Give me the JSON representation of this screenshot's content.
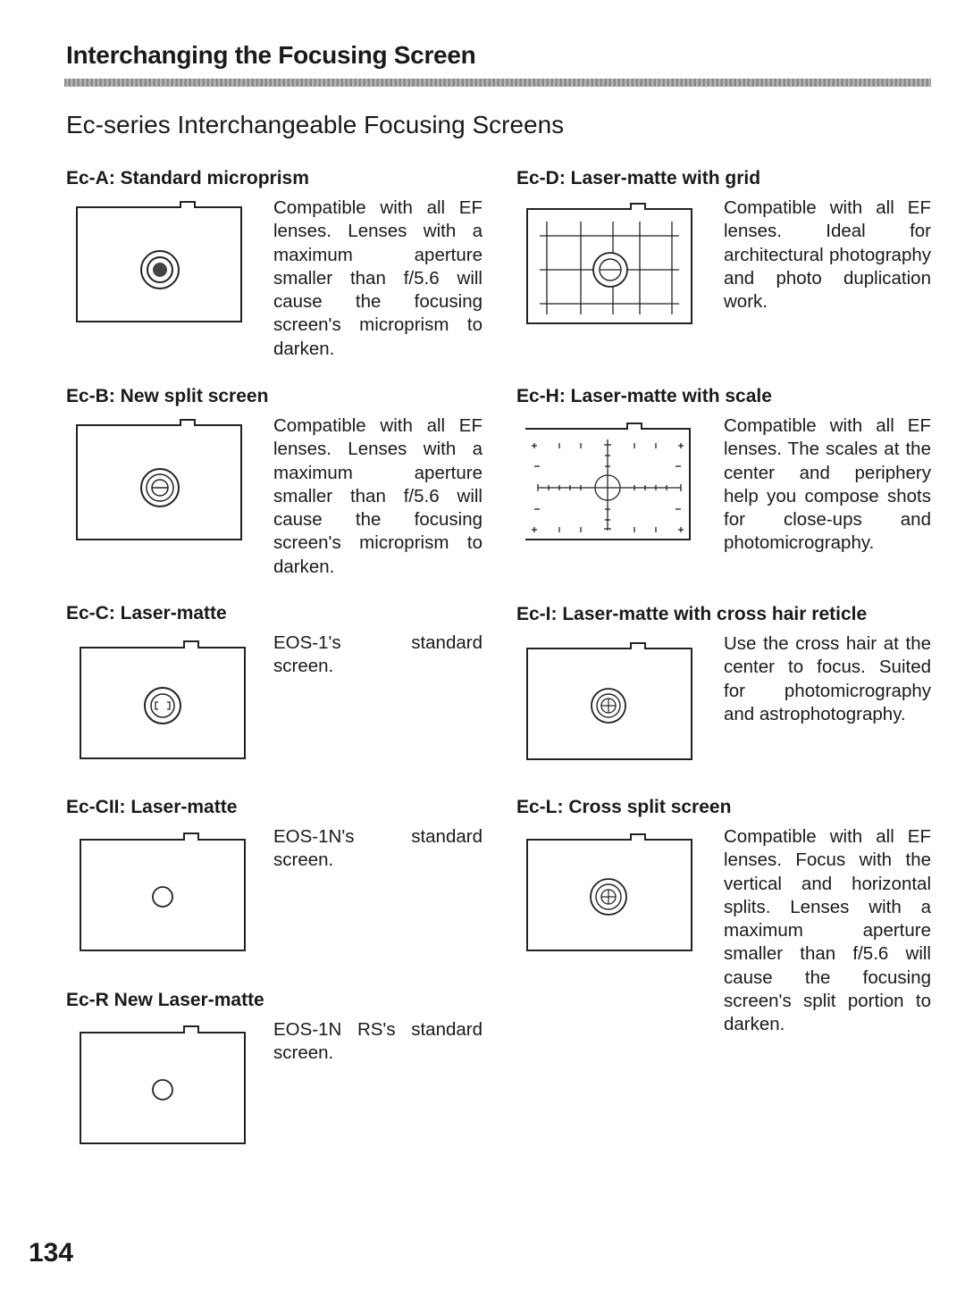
{
  "page": {
    "heading": "Interchanging the Focusing Screen",
    "subheading": "Ec-series Interchangeable Focusing Screens",
    "page_number": "134"
  },
  "screens": {
    "ec_a": {
      "title": "Ec-A: Standard microprism",
      "description": "Compatible with all EF lenses. Lenses with a maximum aperture smaller than f/5.6 will cause the focusing screen's microprism to darken.",
      "center_mark": "microprism-circle"
    },
    "ec_b": {
      "title": "Ec-B: New split screen",
      "description": "Compatible with all EF lenses. Lenses with a maximum aperture smaller than f/5.6 will cause the focusing screen's microprism to darken.",
      "center_mark": "split-circle"
    },
    "ec_c": {
      "title": "Ec-C: Laser-matte",
      "description": "EOS-1's standard screen.",
      "center_mark": "ring-with-bracket"
    },
    "ec_cii": {
      "title": "Ec-CII: Laser-matte",
      "description": "EOS-1N's standard screen.",
      "center_mark": "small-circle"
    },
    "ec_r": {
      "title": "Ec-R New Laser-matte",
      "description": "EOS-1N RS's standard screen.",
      "center_mark": "small-circle"
    },
    "ec_d": {
      "title": "Ec-D: Laser-matte with grid",
      "description": "Compatible with all EF lenses. Ideal for architectural photography and photo duplication work.",
      "center_mark": "grid-with-circle"
    },
    "ec_h": {
      "title": "Ec-H: Laser-matte with scale",
      "description": "Compatible with all EF lenses. The scales at the center and periphery help you compose shots for close-ups and photomicrography.",
      "center_mark": "scale-crosshair"
    },
    "ec_i": {
      "title": "Ec-I: Laser-matte with cross hair reticle",
      "description": "Use the cross hair at the center to focus. Suited for photomicrography and astrophotography.",
      "center_mark": "crosshair-circle"
    },
    "ec_l": {
      "title": "Ec-L: Cross split screen",
      "description": "Compatible with all EF lenses. Focus with the vertical and horizontal splits. Lenses with a maximum aperture smaller than f/5.6 will cause the focusing screen's split portion to darken.",
      "center_mark": "cross-split-circle"
    }
  }
}
